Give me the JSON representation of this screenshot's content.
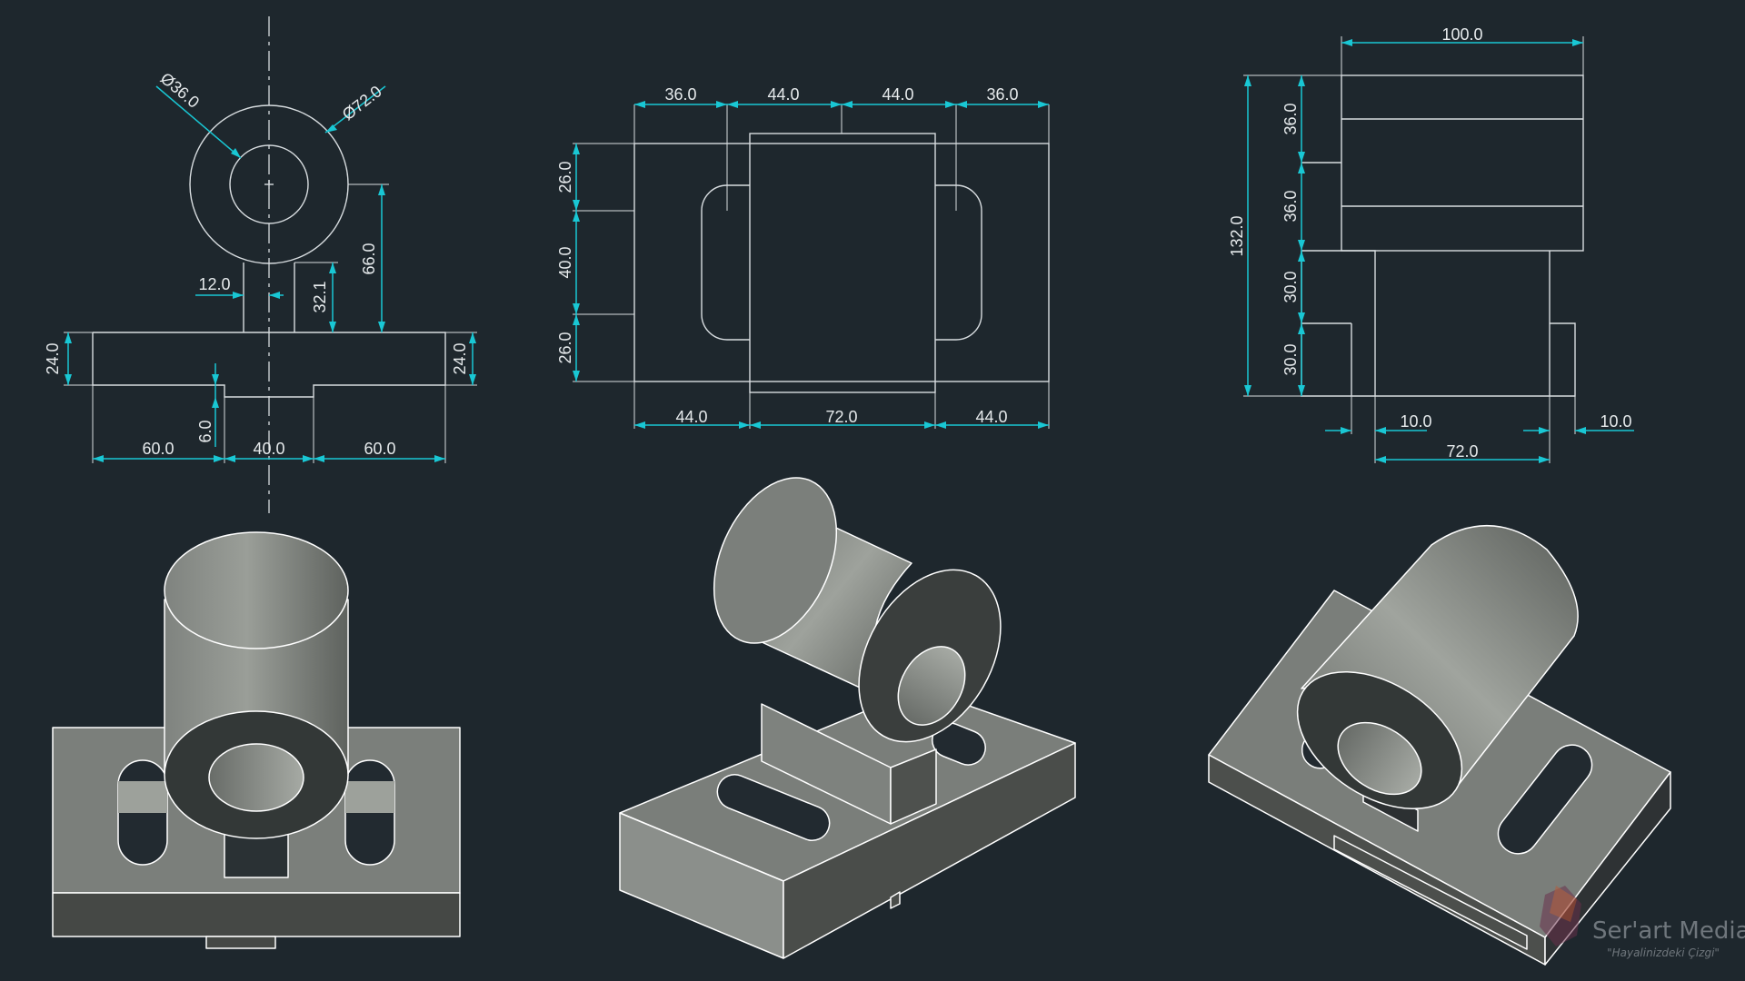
{
  "drawing": {
    "front_view": {
      "inner_diameter": "Ø36.0",
      "outer_diameter": "Ø72.0",
      "web_width": "12.0",
      "web_height": "32.1",
      "axis_height": "66.0",
      "base_thickness_left": "24.0",
      "base_thickness_right": "24.0",
      "slot_depth": "6.0",
      "left_flange": "60.0",
      "slot_width": "40.0",
      "right_flange": "60.0"
    },
    "top_view": {
      "top_dims": [
        "36.0",
        "44.0",
        "44.0",
        "36.0"
      ],
      "side_dims": [
        "26.0",
        "40.0",
        "26.0"
      ],
      "bottom_dims": [
        "44.0",
        "72.0",
        "44.0"
      ]
    },
    "side_view": {
      "length": "100.0",
      "total_height": "132.0",
      "side_dims": [
        "36.0",
        "36.0",
        "30.0",
        "30.0"
      ],
      "left_offset": "10.0",
      "inner_width": "72.0",
      "right_offset": "10.0"
    }
  },
  "watermark": {
    "brand": "Ser'art Media",
    "tagline": "\"Hayalinizdeki Çizgi\""
  },
  "colors": {
    "background": "#1e272d",
    "dimension": "#19c7d4",
    "line": "#d8dde0"
  }
}
